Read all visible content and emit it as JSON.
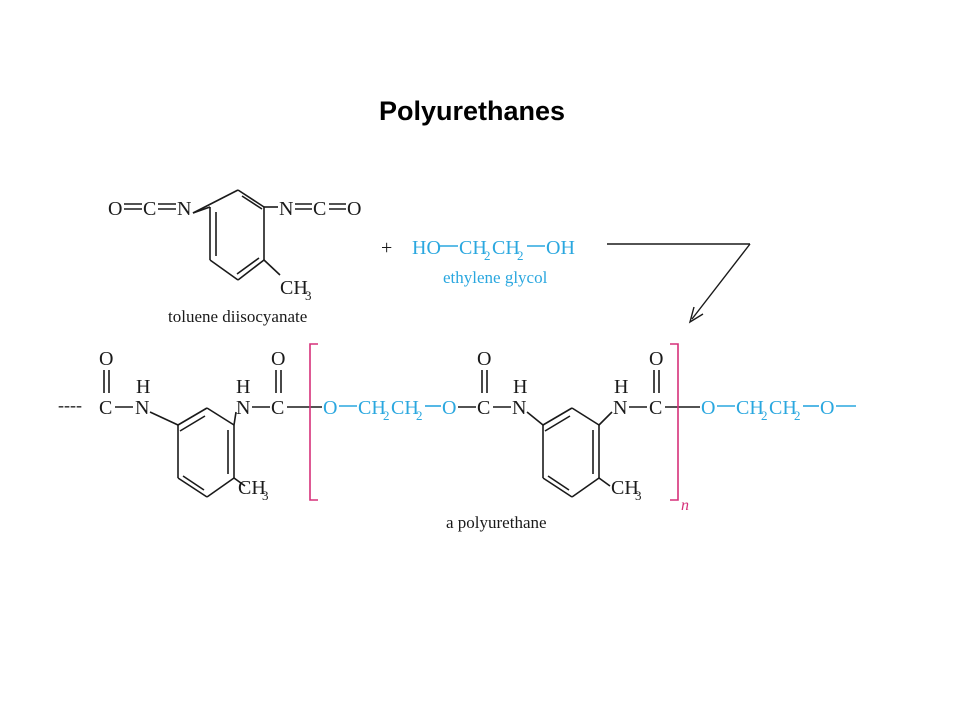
{
  "title": "Polyurethanes",
  "labels": {
    "diisocyanate": "toluene diisocyanate",
    "glycol": "ethylene glycol",
    "product": "a polyurethane",
    "plus": "+",
    "repeat_n": "n",
    "chain_start": "----"
  },
  "atoms": {
    "O": "O",
    "C": "C",
    "N": "N",
    "H": "H",
    "HO": "HO",
    "OH": "OH",
    "CH": "CH",
    "sub2": "2",
    "sub3": "3"
  },
  "colors": {
    "black": "#1a1a1a",
    "glycol_blue": "#2aa7df",
    "bracket_magenta": "#d6307a"
  }
}
